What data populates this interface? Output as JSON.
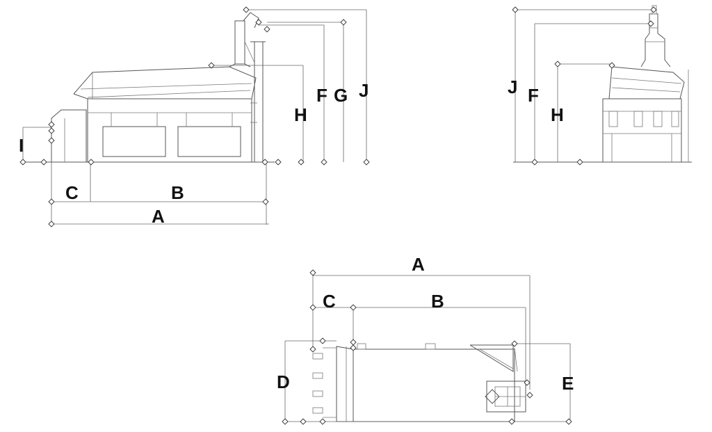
{
  "side_view": {
    "labels": {
      "a": "A",
      "b": "B",
      "c": "C",
      "f": "F",
      "g": "G",
      "h": "H",
      "i": "I",
      "j": "J"
    }
  },
  "end_view": {
    "labels": {
      "f": "F",
      "h": "H",
      "j": "J"
    }
  },
  "top_view": {
    "labels": {
      "a": "A",
      "b": "B",
      "c": "C",
      "d": "D",
      "e": "E"
    }
  }
}
